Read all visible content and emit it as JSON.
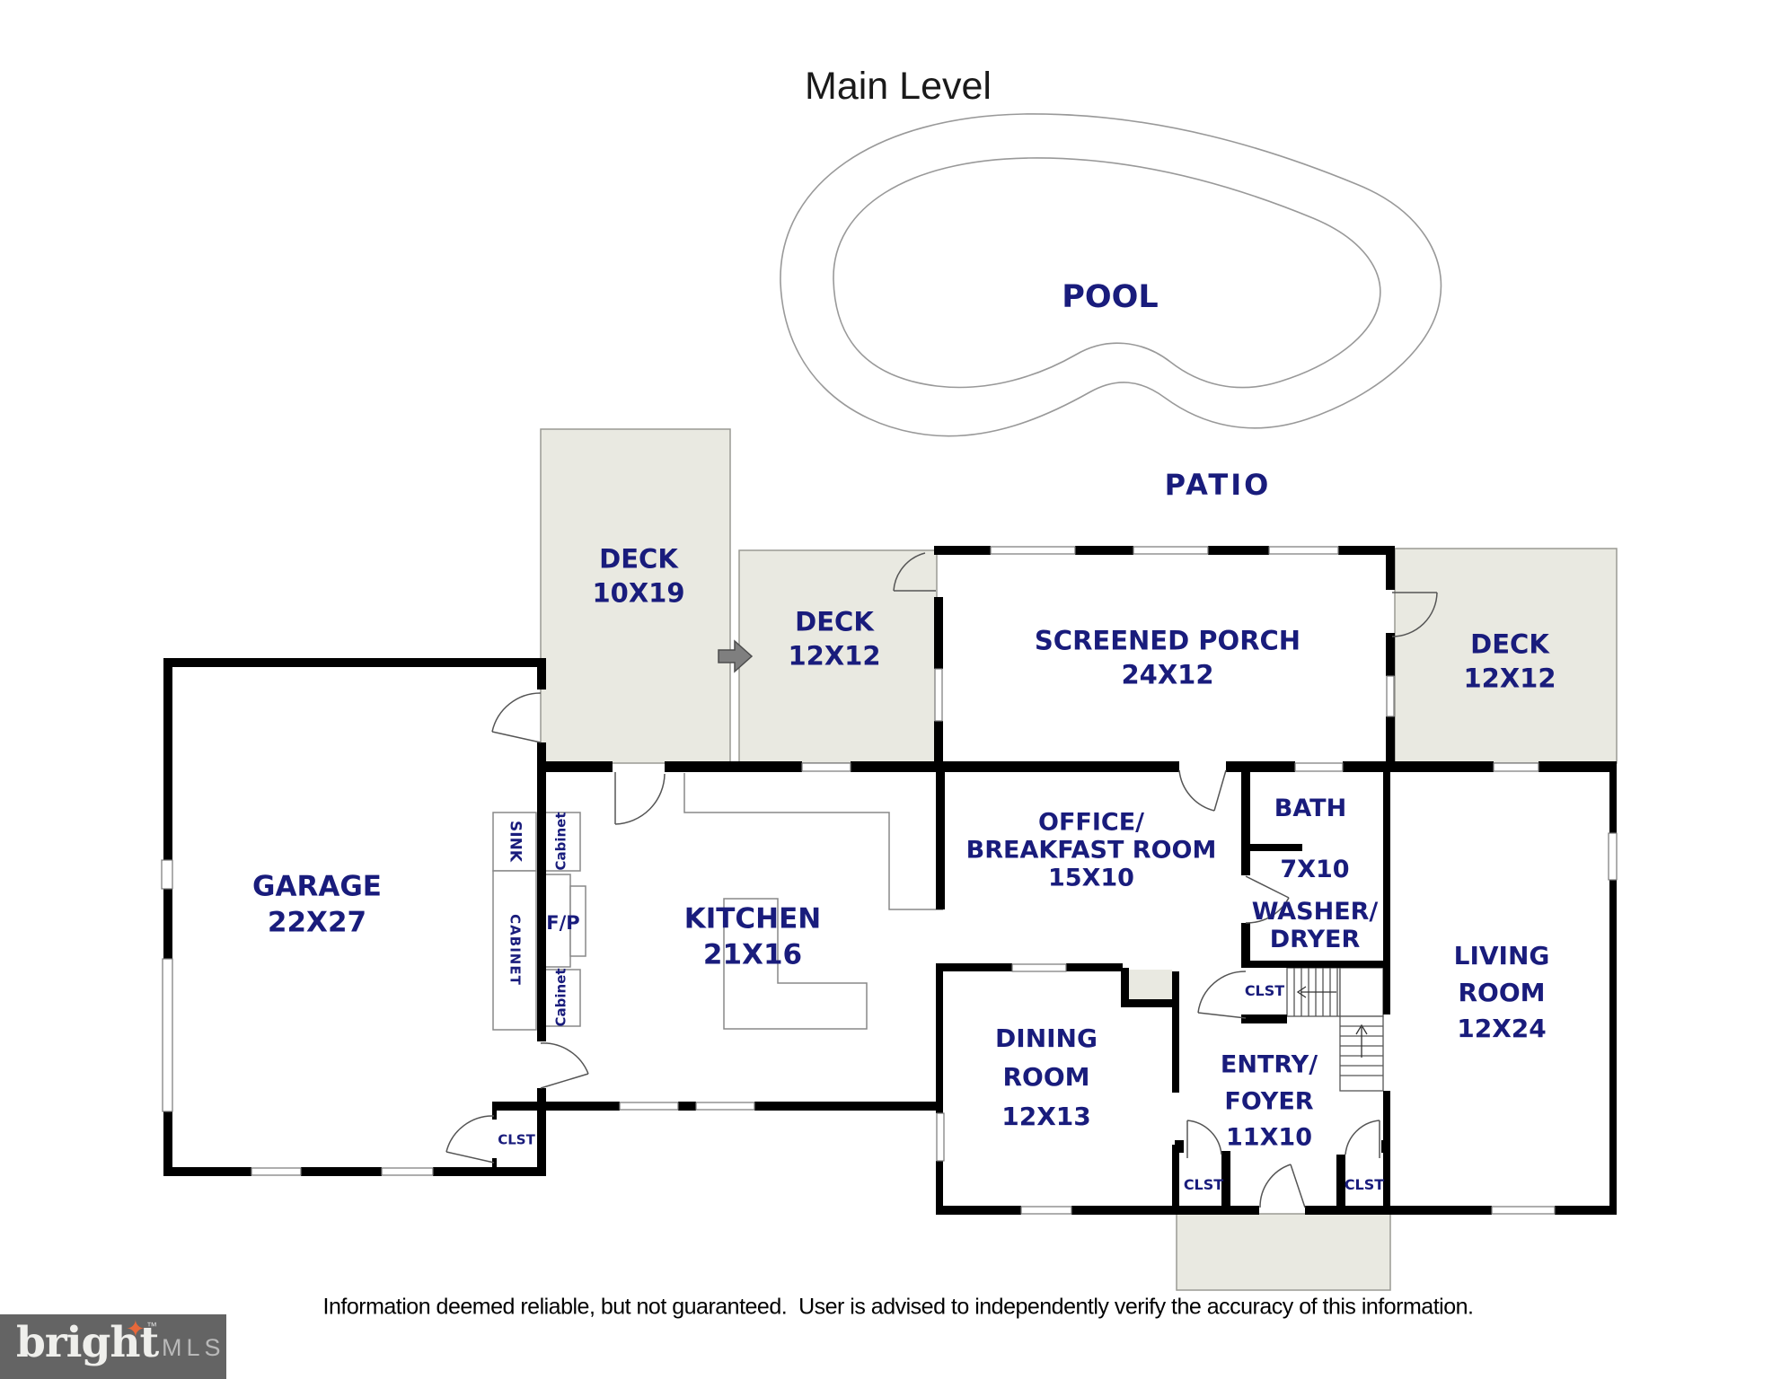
{
  "title": "Main Level",
  "colors": {
    "label_navy": "#191c7c",
    "deck_fill": "#e9e9e1",
    "wall_black": "#000000",
    "thin_line_gray": "#888888",
    "logo_bg": "#646464",
    "logo_star_orange": "#e8683a"
  },
  "outdoor": {
    "pool": "POOL",
    "patio": "PATIO"
  },
  "rooms": {
    "deck_upper": {
      "name": "DECK",
      "dims": "10X19"
    },
    "deck_left": {
      "name": "DECK",
      "dims": "12X12"
    },
    "screened_porch": {
      "name": "SCREENED PORCH",
      "dims": "24X12"
    },
    "deck_right": {
      "name": "DECK",
      "dims": "12X12"
    },
    "garage": {
      "name": "GARAGE",
      "dims": "22X27"
    },
    "kitchen": {
      "name": "KITCHEN",
      "dims": "21X16"
    },
    "office": {
      "line1": "OFFICE/",
      "line2": "BREAKFAST ROOM",
      "dims": "15X10"
    },
    "bath": {
      "name": "BATH",
      "dims": "7X10"
    },
    "laundry": {
      "line1": "WASHER/",
      "line2": "DRYER"
    },
    "living": {
      "line1": "LIVING",
      "line2": "ROOM",
      "dims": "12X24"
    },
    "dining": {
      "line1": "DINING",
      "line2": "ROOM",
      "dims": "12X13"
    },
    "entry": {
      "line1": "ENTRY/",
      "line2": "FOYER",
      "dims": "11X10"
    }
  },
  "closets": {
    "garage": "CLST",
    "stairs": "CLST",
    "front_left": "CLST",
    "front_right": "CLST"
  },
  "fixtures": {
    "sink": "SINK",
    "cabinet_top": "Cabinet",
    "cabinet_tall": "CABINET",
    "fireplace": "F/P",
    "cabinet_bottom": "Cabinet"
  },
  "footer": {
    "disclaimer": "Information deemed reliable, but not guaranteed.  User is advised to independently verify the accuracy of this information."
  },
  "logo": {
    "brand": "bright",
    "tm": "™",
    "suffix": "MLS"
  }
}
